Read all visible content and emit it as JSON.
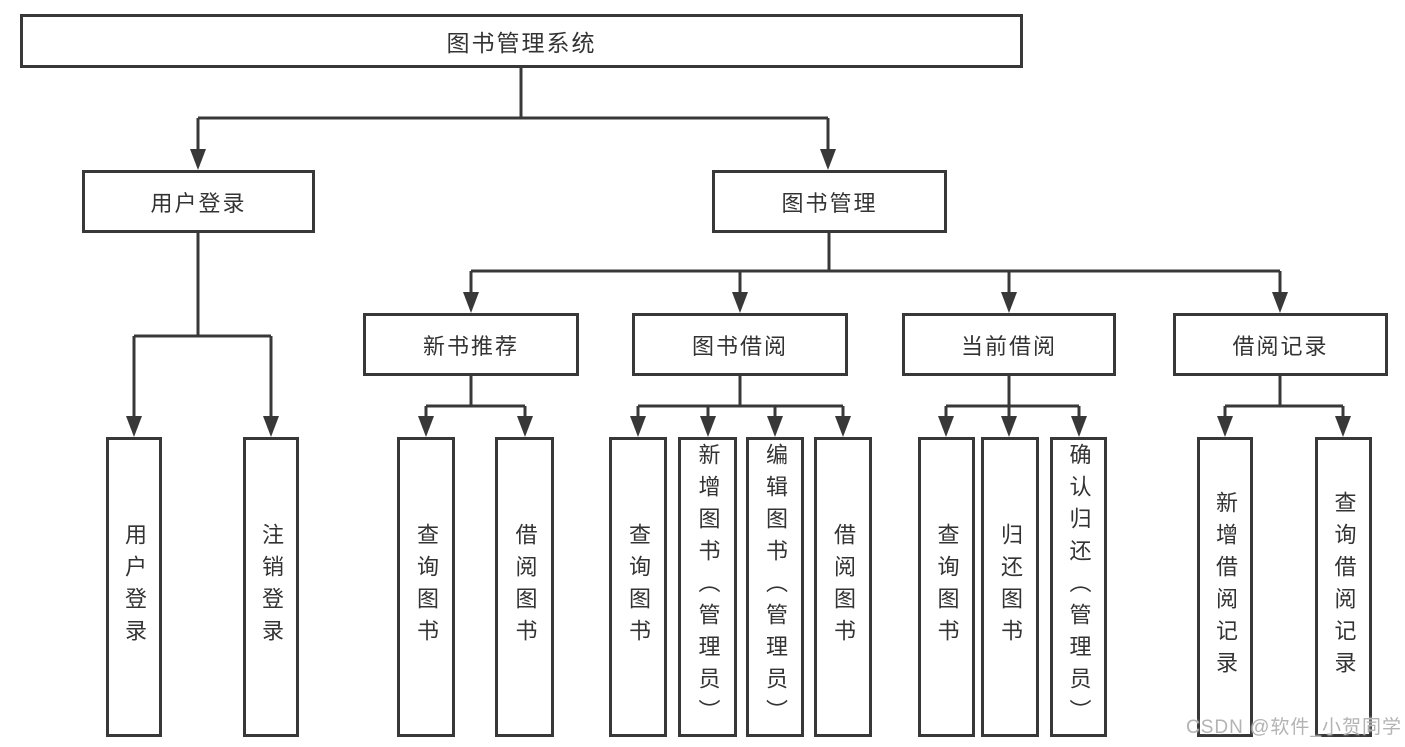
{
  "colors": {
    "line": "#383838",
    "box_border": "#383838",
    "text": "#333333",
    "background": "#ffffff",
    "watermark_text_color": "#b3b3b3"
  },
  "watermark": "CSDN @软件_小贺同学",
  "tree": {
    "root": {
      "label": "图书管理系统",
      "children": [
        {
          "label": "用户登录",
          "children": [
            {
              "label": "用户登录"
            },
            {
              "label": "注销登录"
            }
          ]
        },
        {
          "label": "图书管理",
          "children": [
            {
              "label": "新书推荐",
              "children": [
                {
                  "label": "查询图书"
                },
                {
                  "label": "借阅图书"
                }
              ]
            },
            {
              "label": "图书借阅",
              "children": [
                {
                  "label": "查询图书"
                },
                {
                  "label": "新增图书（管理员）"
                },
                {
                  "label": "编辑图书（管理员）"
                },
                {
                  "label": "借阅图书"
                }
              ]
            },
            {
              "label": "当前借阅",
              "children": [
                {
                  "label": "查询图书"
                },
                {
                  "label": "归还图书"
                },
                {
                  "label": "确认归还（管理员）"
                }
              ]
            },
            {
              "label": "借阅记录",
              "children": [
                {
                  "label": "新增借阅记录"
                },
                {
                  "label": "查询借阅记录"
                }
              ]
            }
          ]
        }
      ]
    }
  }
}
